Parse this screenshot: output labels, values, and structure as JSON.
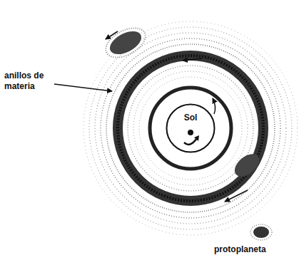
{
  "diagram": {
    "nodes": [
      {
        "text": [
          "Sol"
        ]
      }
    ],
    "labels": [
      "anillos de materia",
      "protoplaneta"
    ]
  }
}
